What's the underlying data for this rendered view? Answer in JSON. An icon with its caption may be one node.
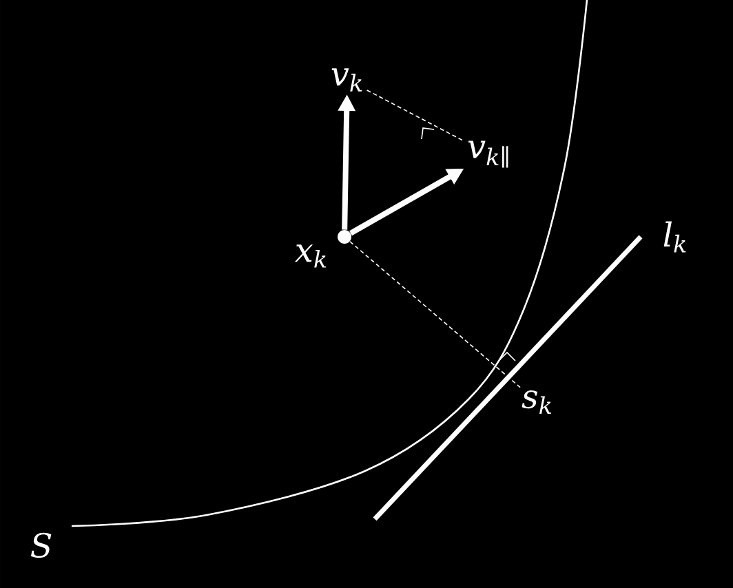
{
  "diagram": {
    "nodes": [
      {
        "text": [],
        "shape": "circle",
        "beside": [
          "x$_{k}$"
        ]
      },
      {
        "text": [
          "v$_{k}$"
        ]
      },
      {
        "text": [
          "v$_{k∥}$"
        ]
      },
      {
        "text": [
          "s$_{k}$"
        ]
      }
    ],
    "edges": [
      {
        "from": 0,
        "to": 1,
        "arrow": "to",
        "style": "thick"
      },
      {
        "from": 0,
        "to": 2,
        "arrow": "to",
        "style": "thick"
      },
      {
        "from": 1,
        "to": 2,
        "arrow": "none",
        "style": "dashed"
      },
      {
        "from": 0,
        "to": 3,
        "arrow": "none",
        "style": "dashed"
      }
    ],
    "labels": [
      "l$_{k}$",
      "S"
    ]
  }
}
